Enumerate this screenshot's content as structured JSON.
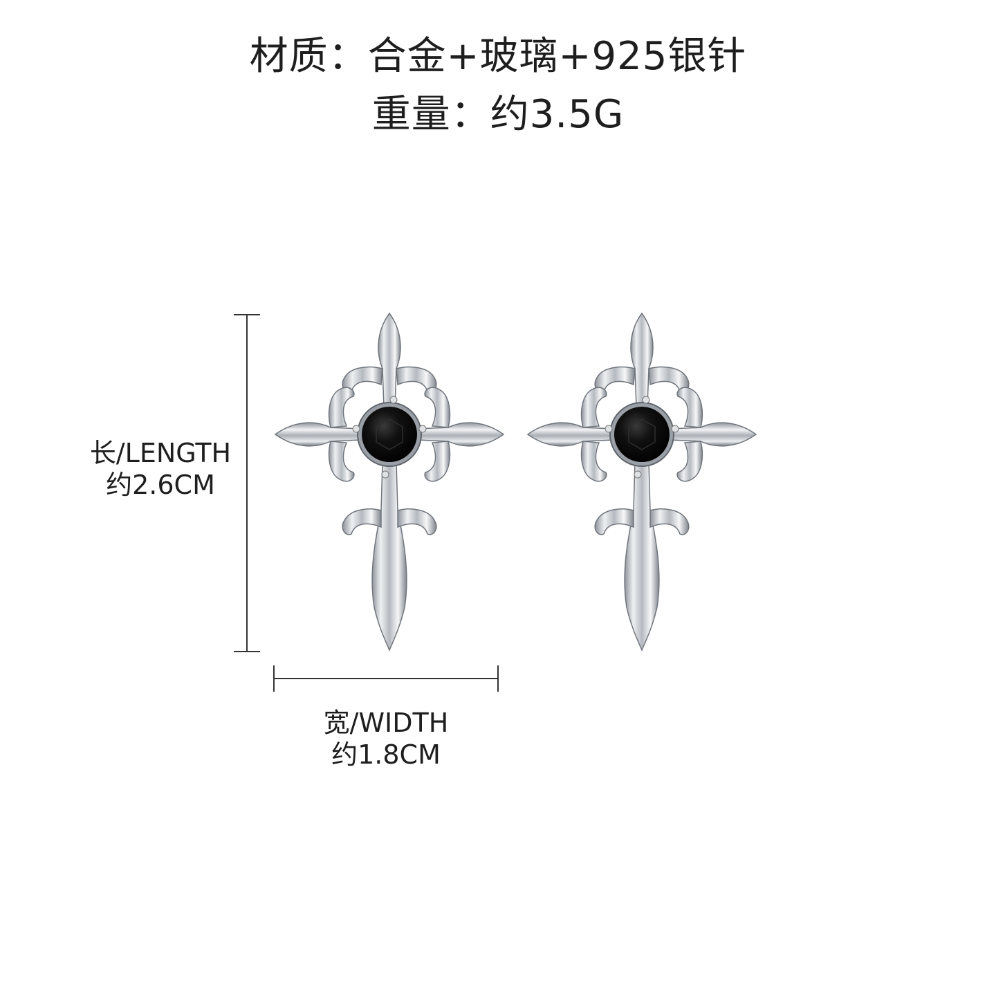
{
  "specs": {
    "material": "材质：合金+玻璃+925银针",
    "weight": "重量：约3.5G"
  },
  "dimensions": {
    "length_label": "长/LENGTH",
    "length_value": "约2.6CM",
    "width_label": "宽/WIDTH",
    "width_value": "约1.8CM"
  },
  "product": {
    "item_1": "cross-earring-left",
    "item_2": "cross-earring-right",
    "metal_color": "#c9cdd2",
    "stone_color": "#0a0a0a"
  }
}
